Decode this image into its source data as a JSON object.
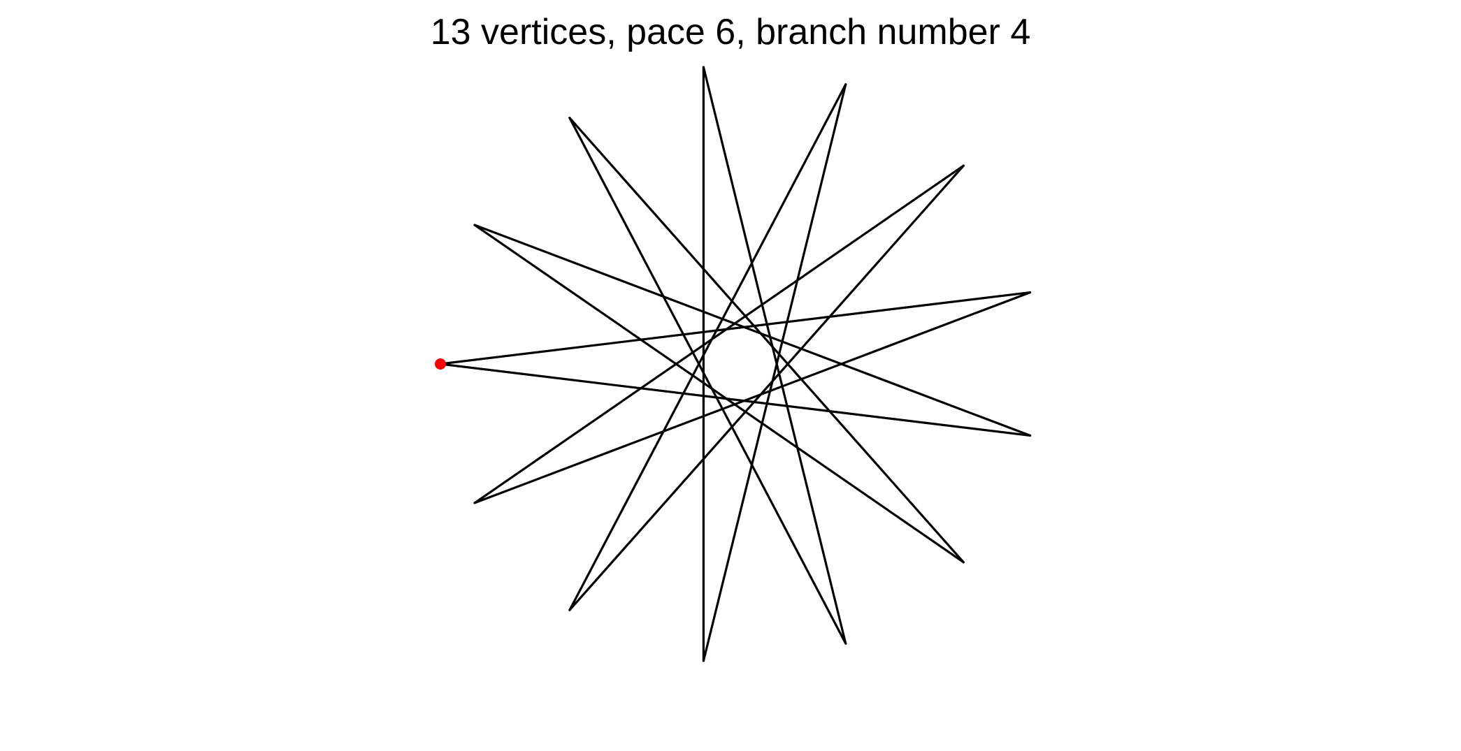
{
  "title": "13 vertices, pace 6, branch number 4",
  "diagram": {
    "type": "star-polygon",
    "vertices": 13,
    "pace": 6,
    "branch_number": 4,
    "start_vertex": 0,
    "line_color": "#000000",
    "start_marker_color": "#ff0000"
  }
}
